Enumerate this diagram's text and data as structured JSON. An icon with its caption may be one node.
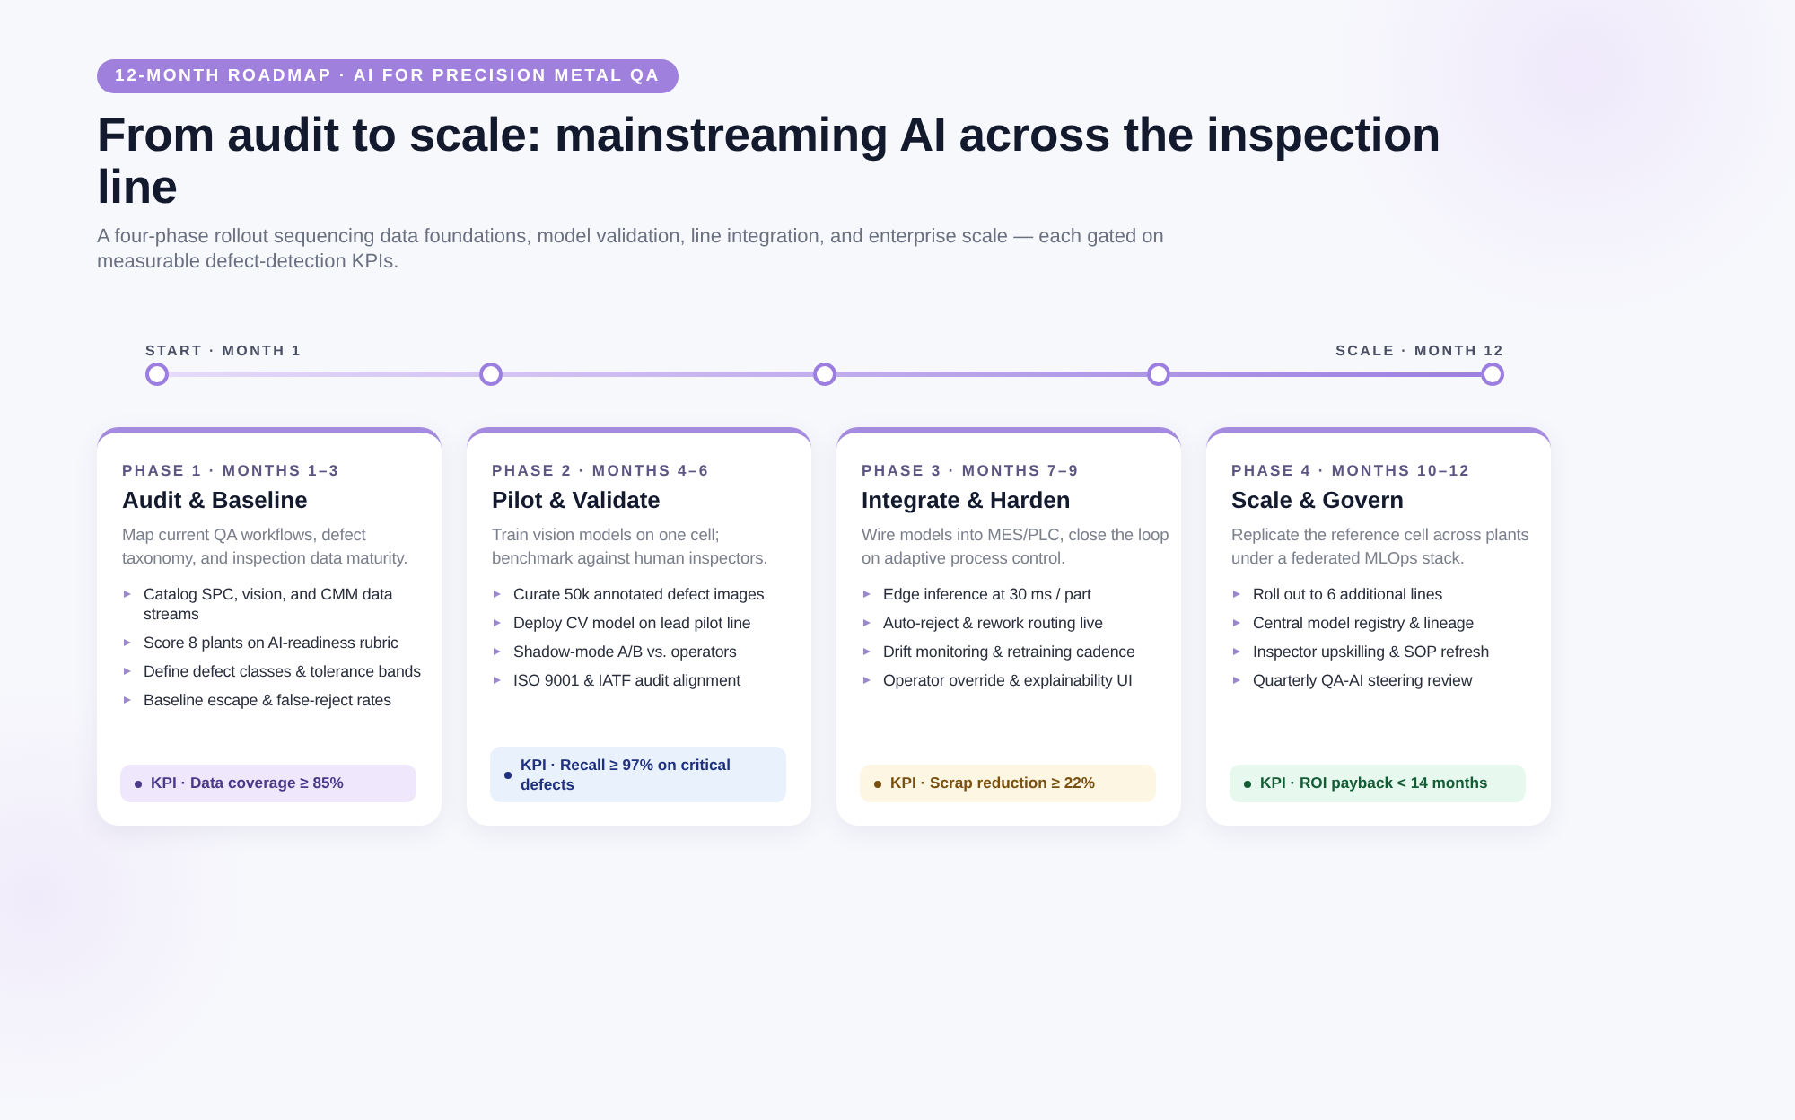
{
  "diagram": {
    "title": "From audit to scale: mainstreaming AI across the inspection line",
    "nodes": [
      {
        "text": [
          "12-MONTH ROADMAP · AI FOR PRECISION METAL QA"
        ]
      },
      {
        "text": [],
        "shape": "circle",
        "beside": [
          "START · MONTH 1"
        ]
      },
      {
        "text": [],
        "shape": "circle"
      },
      {
        "text": [],
        "shape": "circle"
      },
      {
        "text": [],
        "shape": "circle"
      },
      {
        "text": [],
        "shape": "circle",
        "beside": [
          "SCALE · MONTH 12"
        ]
      },
      {
        "text": [
          "PHASE 1 · MONTHS 1–3",
          "Audit & Baseline",
          "Map current QA workflows, defect taxonomy, and inspection data maturity.",
          "Catalog SPC, vision, and CMM data streams",
          "Score 8 plants on AI-readiness rubric",
          "Define defect classes & tolerance bands",
          "Baseline escape & false-reject rates"
        ]
      },
      {
        "text": [
          "KPI · Data coverage ≥ 85%"
        ],
        "in": 6
      },
      {
        "text": [
          "PHASE 2 · MONTHS 4–6",
          "Pilot & Validate",
          "Train vision models on one cell; benchmark against human inspectors.",
          "Curate 50k annotated defect images",
          "Deploy CV model on lead pilot line",
          "Shadow-mode A/B vs. operators",
          "ISO 9001 & IATF audit alignment"
        ]
      },
      {
        "text": [
          "KPI · Recall ≥ 97% on critical defects"
        ],
        "in": 8
      },
      {
        "text": [
          "PHASE 3 · MONTHS 7–9",
          "Integrate & Harden",
          "Wire models into MES/PLC, close the loop on adaptive process control.",
          "Edge inference at 30 ms / part",
          "Auto-reject & rework routing live",
          "Drift monitoring & retraining cadence",
          "Operator override & explainability UI"
        ]
      },
      {
        "text": [
          "KPI · Scrap reduction ≥ 22%"
        ],
        "in": 10
      },
      {
        "text": [
          "PHASE 4 · MONTHS 10–12",
          "Scale & Govern",
          "Replicate the reference cell across plants under a federated MLOps stack.",
          "Roll out to 6 additional lines",
          "Central model registry & lineage",
          "Inspector upskilling & SOP refresh",
          "Quarterly QA-AI steering review"
        ]
      },
      {
        "text": [
          "KPI · ROI payback < 14 months"
        ],
        "in": 12
      }
    ],
    "edges": [
      {
        "from": 1,
        "to": 2,
        "arrow": "none"
      },
      {
        "from": 2,
        "to": 3,
        "arrow": "none"
      },
      {
        "from": 3,
        "to": 4,
        "arrow": "none"
      },
      {
        "from": 4,
        "to": 5,
        "arrow": "none"
      }
    ],
    "labels": [
      "A four-phase rollout sequencing data foundations, model validation, line integration, and enterprise scale — each gated on measurable defect-detection KPIs."
    ]
  }
}
